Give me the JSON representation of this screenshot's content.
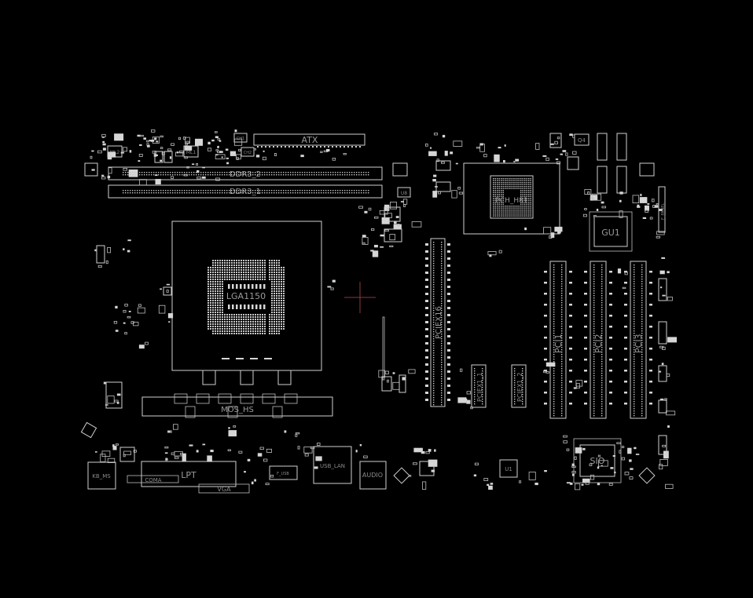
{
  "colors": {
    "background": "#000000",
    "outline": "#cfcfcf",
    "label": "#9a9a9a",
    "cursor": "#8c3a3a"
  },
  "labels": {
    "atx": "ATX",
    "ddr3_2": "DDR3_2",
    "ddr3_1": "DDR3_1",
    "cpu": "LGA1150",
    "pch": "PCH_H81",
    "gu1": "GU1",
    "pciex16": "PCIEX16",
    "pciex1_1": "PCIEX1_1",
    "pciex1_2": "PCIEX1_2",
    "pci1": "PCI1",
    "pci2": "PCI2",
    "pci3": "PCI3",
    "sio": "SIO",
    "lpt": "LPT",
    "coma": "COMA",
    "vga": "VGA",
    "kb_ms": "KB_MS",
    "usb_lan": "USB_LAN",
    "audio": "AUDIO",
    "mos_heatsink": "MOS_HS",
    "f_usb": "F_USB",
    "panel": "F_PANEL",
    "u1": "U1",
    "u8": "U8",
    "q4": "Q4",
    "ml1": "ML1",
    "ml2": "ML2",
    "ch1": "CH1",
    "ch2": "CH2"
  }
}
